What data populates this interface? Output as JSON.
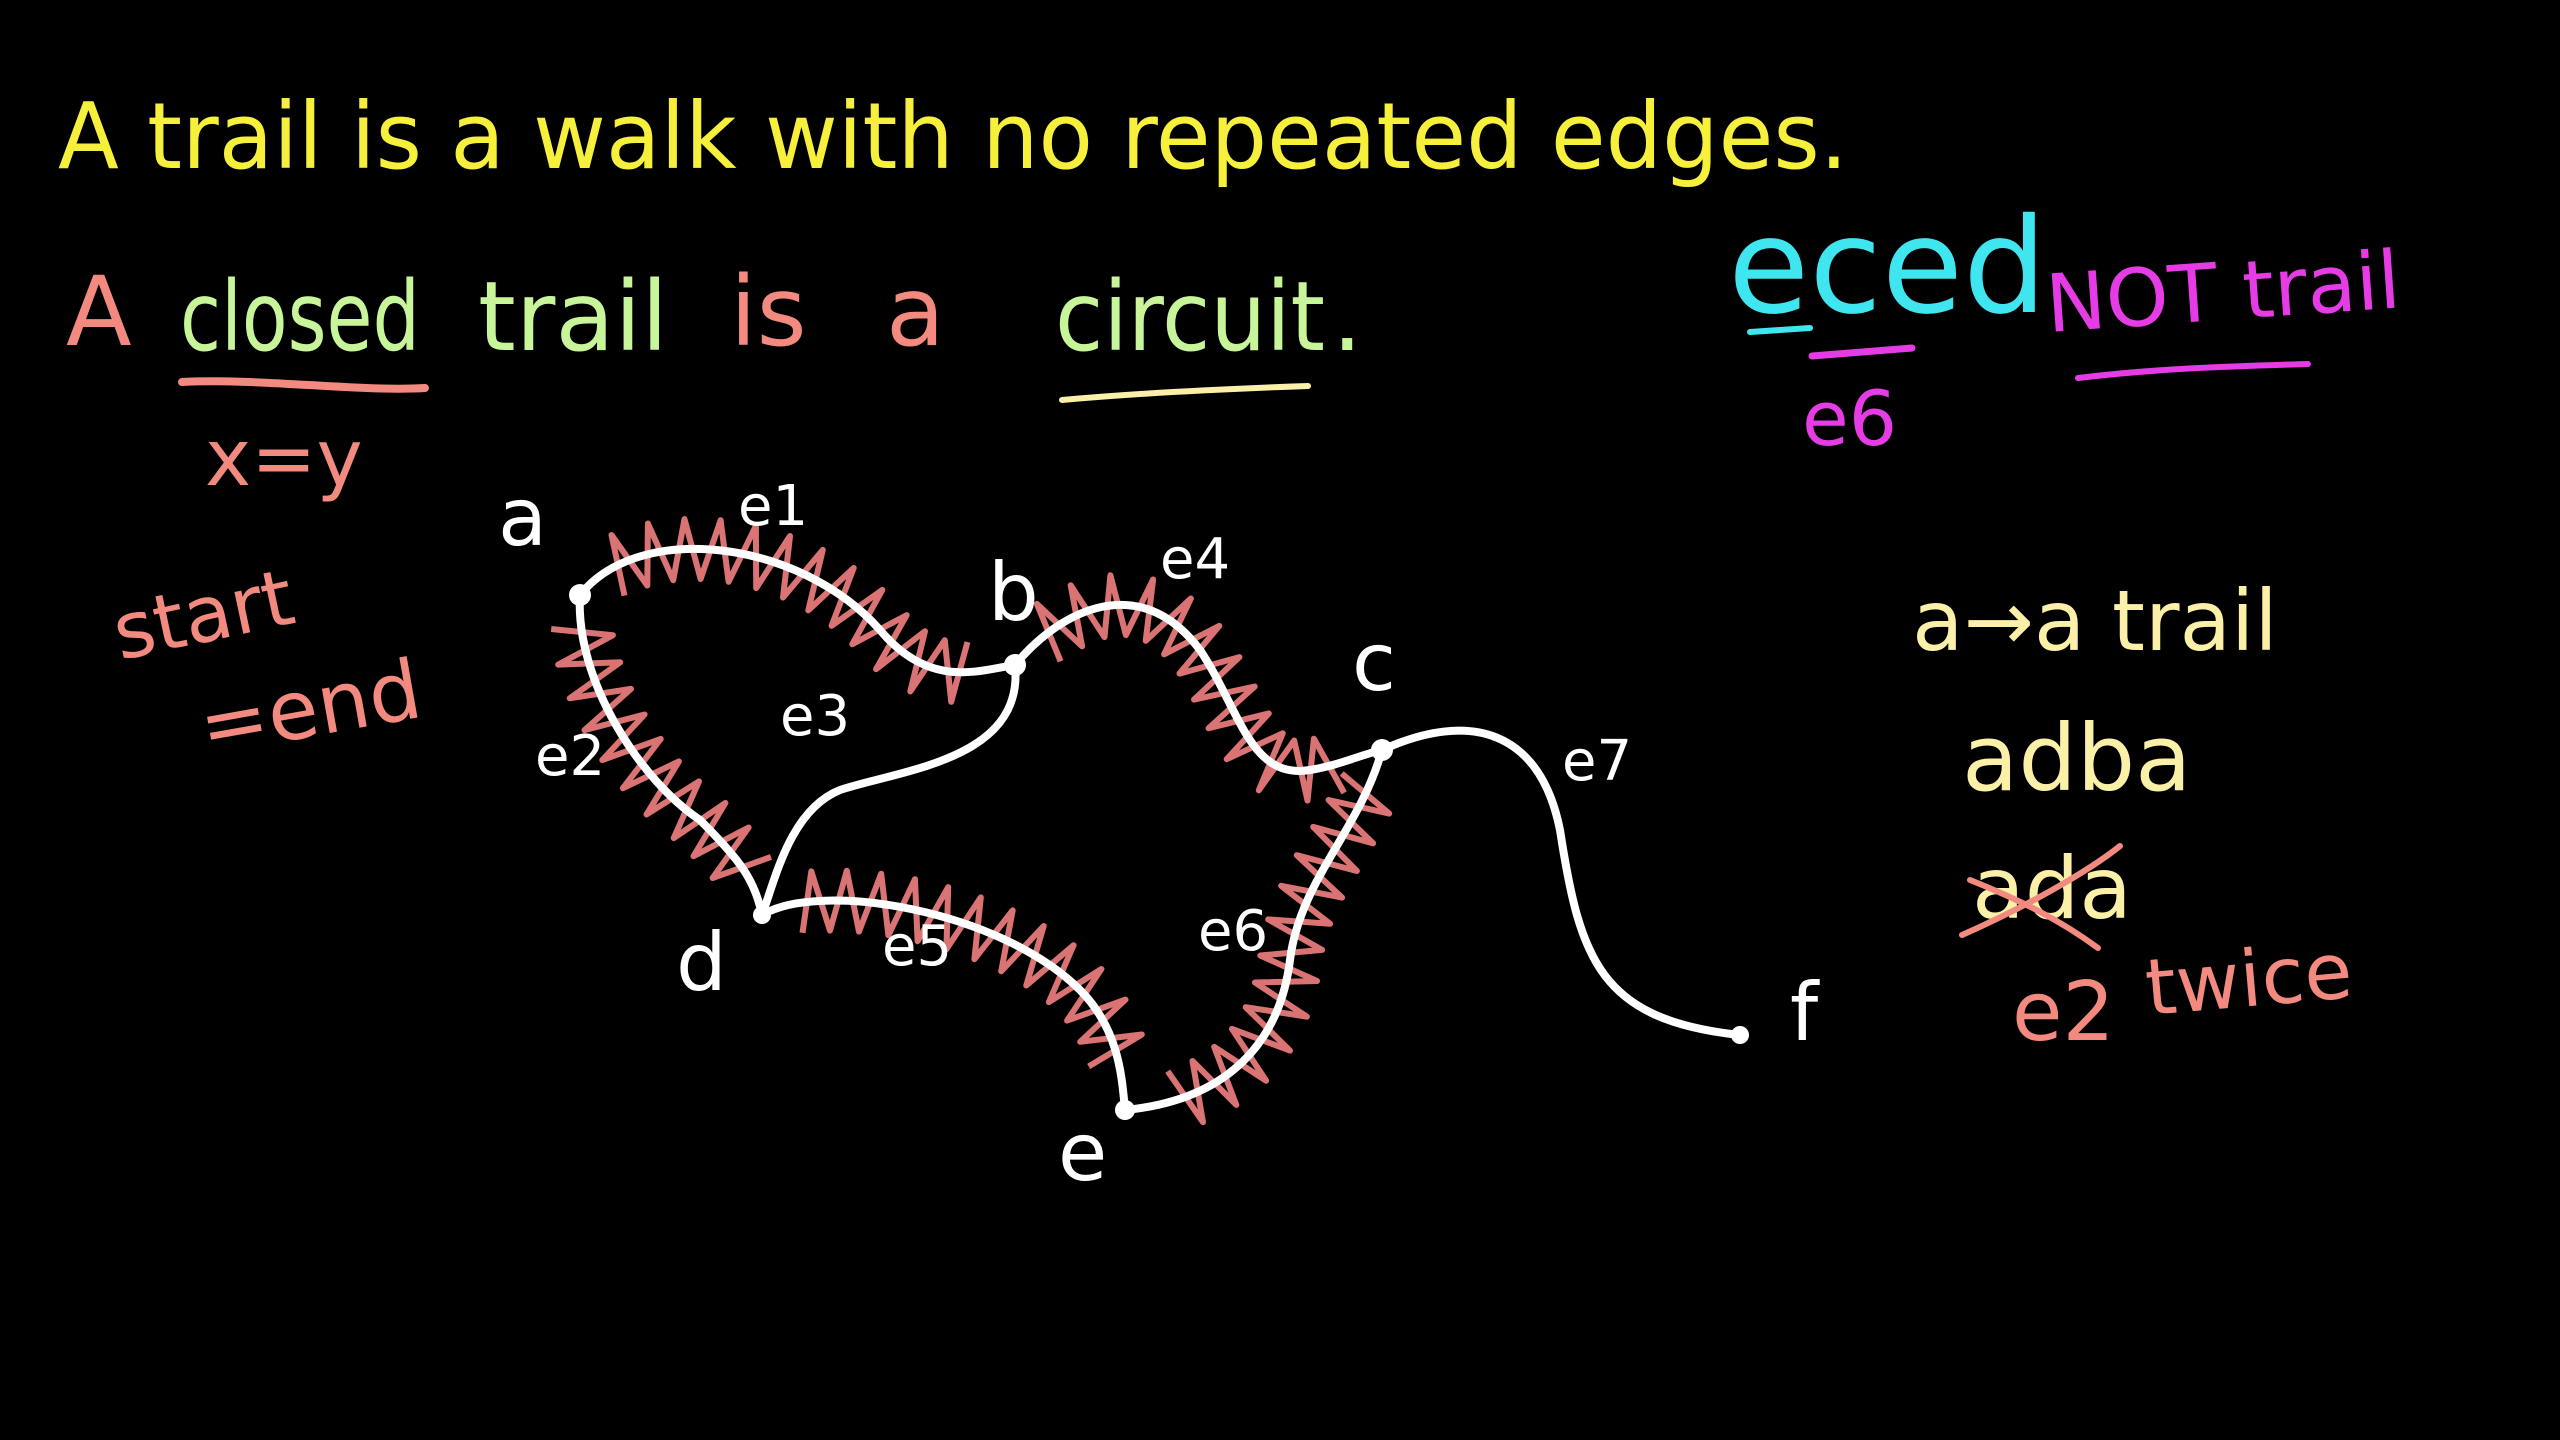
{
  "colors": {
    "background": "#000000",
    "yellow": "#f6f03c",
    "salmon": "#f28a80",
    "green": "#c9f59a",
    "cyan": "#3fe6f0",
    "magenta": "#e63ce6",
    "white": "#ffffff",
    "cream": "#fbf0a8",
    "highlight": "#f28080"
  },
  "definitions": {
    "trail": "A trail is a walk with no repeated edges.",
    "circuit": {
      "a": "A",
      "closed": "closed",
      "trail": "trail",
      "is": "is",
      "a2": "a",
      "circuit": "circuit",
      "period": "."
    }
  },
  "notes": {
    "closed_condition": "x=y",
    "start": "start",
    "end": "=end",
    "eced": "eced",
    "e6_note": "e6",
    "not_trail": "NOT trail",
    "a_to_a": "a→a trail",
    "adba": "adba",
    "ada": "ada",
    "e2_twice_edge": "e2",
    "twice": "twice"
  },
  "graph": {
    "vertices": [
      {
        "id": "a",
        "label": "a"
      },
      {
        "id": "b",
        "label": "b"
      },
      {
        "id": "c",
        "label": "c"
      },
      {
        "id": "d",
        "label": "d"
      },
      {
        "id": "e",
        "label": "e"
      },
      {
        "id": "f",
        "label": "f"
      }
    ],
    "edges": [
      {
        "id": "e1",
        "label": "e1",
        "from": "a",
        "to": "b",
        "highlighted": true
      },
      {
        "id": "e2",
        "label": "e2",
        "from": "a",
        "to": "d",
        "highlighted": true
      },
      {
        "id": "e3",
        "label": "e3",
        "from": "b",
        "to": "d",
        "highlighted": false
      },
      {
        "id": "e4",
        "label": "e4",
        "from": "b",
        "to": "c",
        "highlighted": true
      },
      {
        "id": "e5",
        "label": "e5",
        "from": "d",
        "to": "e",
        "highlighted": true
      },
      {
        "id": "e6",
        "label": "e6",
        "from": "c",
        "to": "e",
        "highlighted": true
      },
      {
        "id": "e7",
        "label": "e7",
        "from": "c",
        "to": "f",
        "highlighted": false
      }
    ]
  }
}
